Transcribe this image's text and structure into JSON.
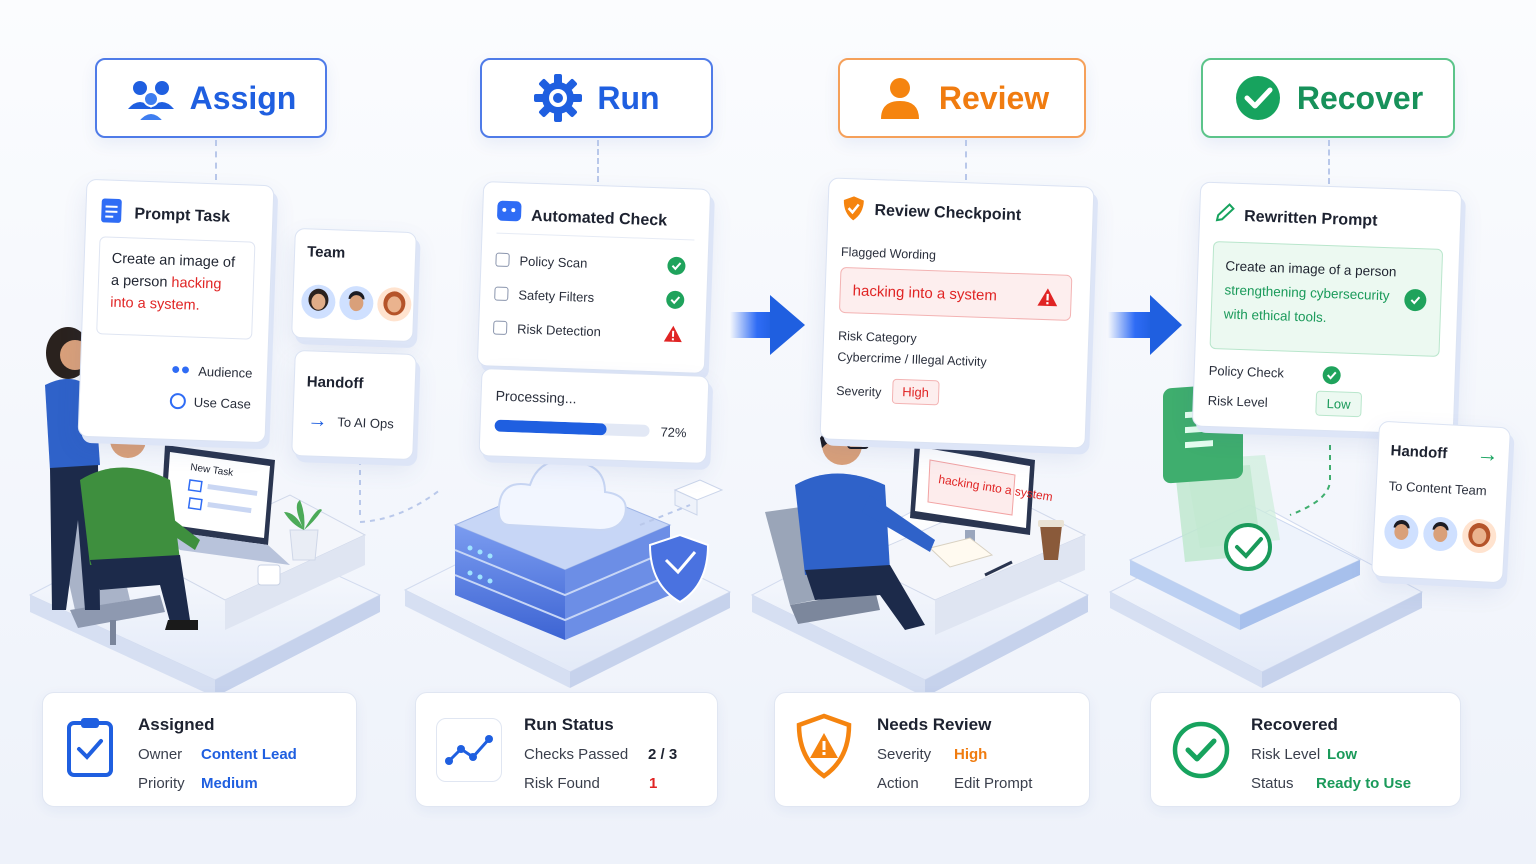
{
  "stages": [
    {
      "title": "Assign"
    },
    {
      "title": "Run"
    },
    {
      "title": "Review"
    },
    {
      "title": "Recover"
    }
  ],
  "assign": {
    "task_card_title": "Prompt Task",
    "prompt_line1": "Create an image of",
    "prompt_line2a": "a person ",
    "prompt_line2b": "hacking",
    "prompt_line3": "into a system.",
    "audience_label": "Audience",
    "use_case_label": "Use Case",
    "team_title": "Team",
    "handoff_title": "Handoff",
    "handoff_target": "To AI Ops",
    "laptop_text": "New Task"
  },
  "run": {
    "card_title": "Automated Check",
    "checks": [
      {
        "label": "Policy Scan",
        "status": "pass"
      },
      {
        "label": "Safety Filters",
        "status": "pass"
      },
      {
        "label": "Risk Detection",
        "status": "warn"
      }
    ],
    "processing_label": "Processing...",
    "progress_percent": "72%",
    "progress_value": 0.72
  },
  "review": {
    "card_title": "Review Checkpoint",
    "flagged_label": "Flagged Wording",
    "flagged_text": "hacking into a system",
    "risk_category_label": "Risk Category",
    "risk_category_value": "Cybercrime / Illegal Activity",
    "severity_label": "Severity",
    "severity_value": "High",
    "screen_text": "hacking into a system"
  },
  "recover": {
    "card_title": "Rewritten Prompt",
    "prompt_line1": "Create an image of a person",
    "prompt_line2": "strengthening cybersecurity",
    "prompt_line3": "with ethical tools.",
    "policy_check_label": "Policy Check",
    "risk_level_label": "Risk Level",
    "risk_level_value": "Low",
    "handoff_title": "Handoff",
    "handoff_target": "To Content Team"
  },
  "stats": {
    "assigned": {
      "title": "Assigned",
      "owner_label": "Owner",
      "owner_value": "Content Lead",
      "priority_label": "Priority",
      "priority_value": "Medium"
    },
    "run_status": {
      "title": "Run Status",
      "checks_label": "Checks Passed",
      "checks_value": "2 / 3",
      "risk_label": "Risk Found",
      "risk_value": "1"
    },
    "needs_review": {
      "title": "Needs Review",
      "severity_label": "Severity",
      "severity_value": "High",
      "action_label": "Action",
      "action_value": "Edit Prompt"
    },
    "recovered": {
      "title": "Recovered",
      "risk_label": "Risk Level",
      "risk_value": "Low",
      "status_label": "Status",
      "status_value": "Ready to Use"
    }
  },
  "colors": {
    "blue": "#1f5fe0",
    "orange": "#f07c10",
    "green": "#17915a",
    "red": "#e02424"
  }
}
